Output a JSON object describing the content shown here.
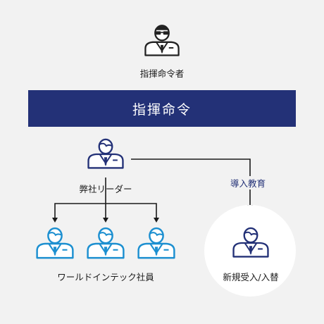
{
  "commander": {
    "label": "指揮命令者",
    "icon": "person-with-glasses-icon"
  },
  "banner": {
    "text": "指揮命令"
  },
  "leader": {
    "label": "弊社リーダー",
    "icon": "person-icon"
  },
  "staff": {
    "label": "ワールドインテック社員",
    "count": 3,
    "icon": "person-icon"
  },
  "newcomer": {
    "label": "新規受入/入替",
    "icon": "person-icon"
  },
  "connector": {
    "label": "導入教育"
  },
  "colors": {
    "navy": "#233177",
    "blue": "#1c8fd0",
    "dark": "#222222",
    "background": "#f2f2f2"
  }
}
